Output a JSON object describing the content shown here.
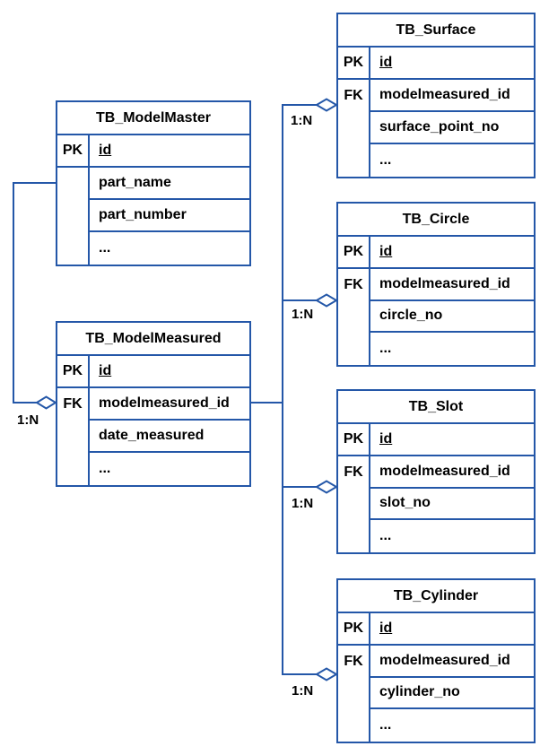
{
  "colors": {
    "line_blue": "#2457a8",
    "text": "#000000",
    "background": "#ffffff",
    "diamond_fill": "#ffffff"
  },
  "tables": [
    {
      "name": "TB_ModelMaster",
      "pk_label": "PK",
      "fk_label": "",
      "pk_field": "id",
      "fields": [
        "part_name",
        "part_number",
        "..."
      ]
    },
    {
      "name": "TB_ModelMeasured",
      "pk_label": "PK",
      "fk_label": "FK",
      "pk_field": "id",
      "fields": [
        "modelmeasured_id",
        "date_measured",
        "..."
      ]
    },
    {
      "name": "TB_Surface",
      "pk_label": "PK",
      "fk_label": "FK",
      "pk_field": "id",
      "fields": [
        "modelmeasured_id",
        "surface_point_no",
        "..."
      ]
    },
    {
      "name": "TB_Circle",
      "pk_label": "PK",
      "fk_label": "FK",
      "pk_field": "id",
      "fields": [
        "modelmeasured_id",
        "circle_no",
        "..."
      ]
    },
    {
      "name": "TB_Slot",
      "pk_label": "PK",
      "fk_label": "FK",
      "pk_field": "id",
      "fields": [
        "modelmeasured_id",
        "slot_no",
        "..."
      ]
    },
    {
      "name": "TB_Cylinder",
      "pk_label": "PK",
      "fk_label": "FK",
      "pk_field": "id",
      "fields": [
        "modelmeasured_id",
        "cylinder_no",
        "..."
      ]
    }
  ],
  "connectors": [
    {
      "from": "TB_ModelMaster",
      "to": "TB_ModelMeasured",
      "label": "1:N"
    },
    {
      "from": "TB_ModelMeasured",
      "to": "TB_Surface",
      "label": "1:N"
    },
    {
      "from": "TB_ModelMeasured",
      "to": "TB_Circle",
      "label": "1:N"
    },
    {
      "from": "TB_ModelMeasured",
      "to": "TB_Slot",
      "label": "1:N"
    },
    {
      "from": "TB_ModelMeasured",
      "to": "TB_Cylinder",
      "label": "1:N"
    }
  ]
}
